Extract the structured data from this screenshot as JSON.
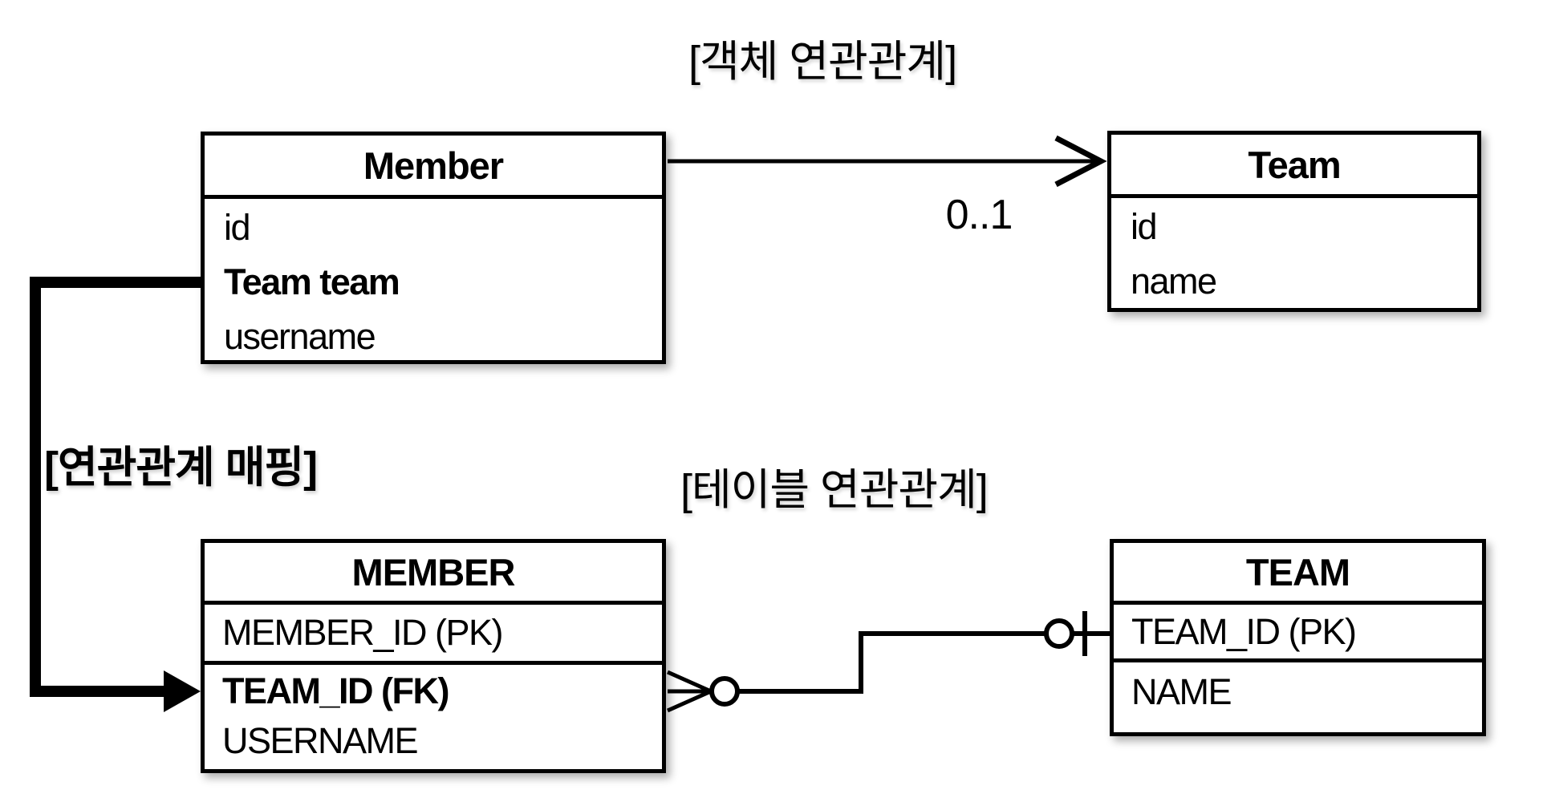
{
  "colors": {
    "ink": "#000000",
    "background": "#ffffff"
  },
  "labels": {
    "object_association_title": "[객체 연관관계]",
    "table_association_title": "[테이블 연관관계]",
    "mapping_label": "[연관관계 매핑]",
    "multiplicity": "0..1"
  },
  "object_diagram": {
    "member_class": {
      "title": "Member",
      "fields": [
        "id",
        "Team team",
        "username"
      ]
    },
    "team_class": {
      "title": "Team",
      "fields": [
        "id",
        "name"
      ]
    }
  },
  "table_diagram": {
    "member_table": {
      "title": "MEMBER",
      "pk_field": "MEMBER_ID (PK)",
      "fk_field": "TEAM_ID (FK)",
      "other_field": "USERNAME"
    },
    "team_table": {
      "title": "TEAM",
      "pk_field": "TEAM_ID (PK)",
      "other_field": "NAME"
    }
  }
}
